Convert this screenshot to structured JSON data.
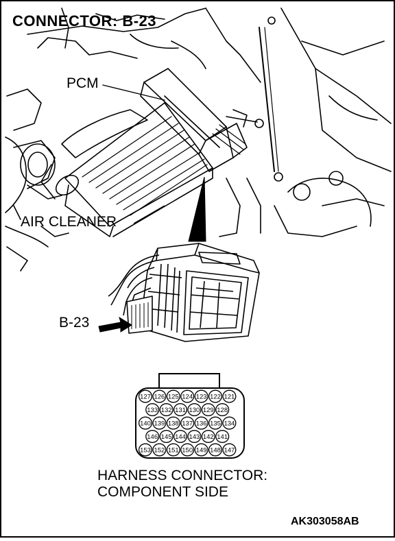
{
  "title": "CONNECTOR: B-23",
  "labels": {
    "pcm": "PCM",
    "air_cleaner": "AIR CLEANER",
    "connector_ref": "B-23"
  },
  "connector": {
    "caption_line1": "HARNESS CONNECTOR:",
    "caption_line2": "COMPONENT SIDE",
    "rows": [
      [
        "127",
        "126",
        "125",
        "124",
        "123",
        "122",
        "121"
      ],
      [
        "133",
        "132",
        "131",
        "130",
        "129",
        "128"
      ],
      [
        "140",
        "139",
        "138",
        "137",
        "136",
        "135",
        "134"
      ],
      [
        "146",
        "145",
        "144",
        "143",
        "142",
        "141"
      ],
      [
        "153",
        "152",
        "151",
        "150",
        "149",
        "148",
        "147"
      ]
    ]
  },
  "figure_code": "AK303058AB"
}
